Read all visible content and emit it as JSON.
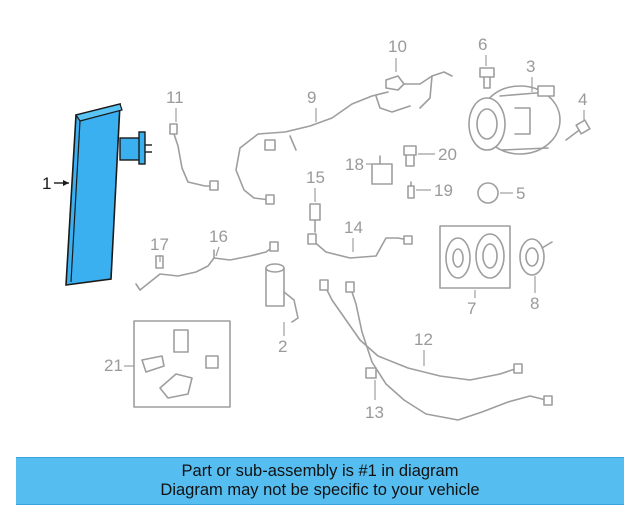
{
  "diagram": {
    "callouts": {
      "c1": "1",
      "c2": "2",
      "c3": "3",
      "c4": "4",
      "c5": "5",
      "c6": "6",
      "c7": "7",
      "c8": "8",
      "c9": "9",
      "c10": "10",
      "c11": "11",
      "c12": "12",
      "c13": "13",
      "c14": "14",
      "c15": "15",
      "c16": "16",
      "c17": "17",
      "c18": "18",
      "c19": "19",
      "c20": "20",
      "c21": "21"
    },
    "highlighted_part": "1",
    "colors": {
      "highlight": "#3ab0f0",
      "highlight_outline": "#1a1a1a",
      "part_line": "#9e9e9e",
      "caption_bg": "#55bdf0"
    }
  },
  "caption": {
    "line1": "Part or sub-assembly is #1 in diagram",
    "line2": "Diagram may not be specific to your vehicle"
  }
}
